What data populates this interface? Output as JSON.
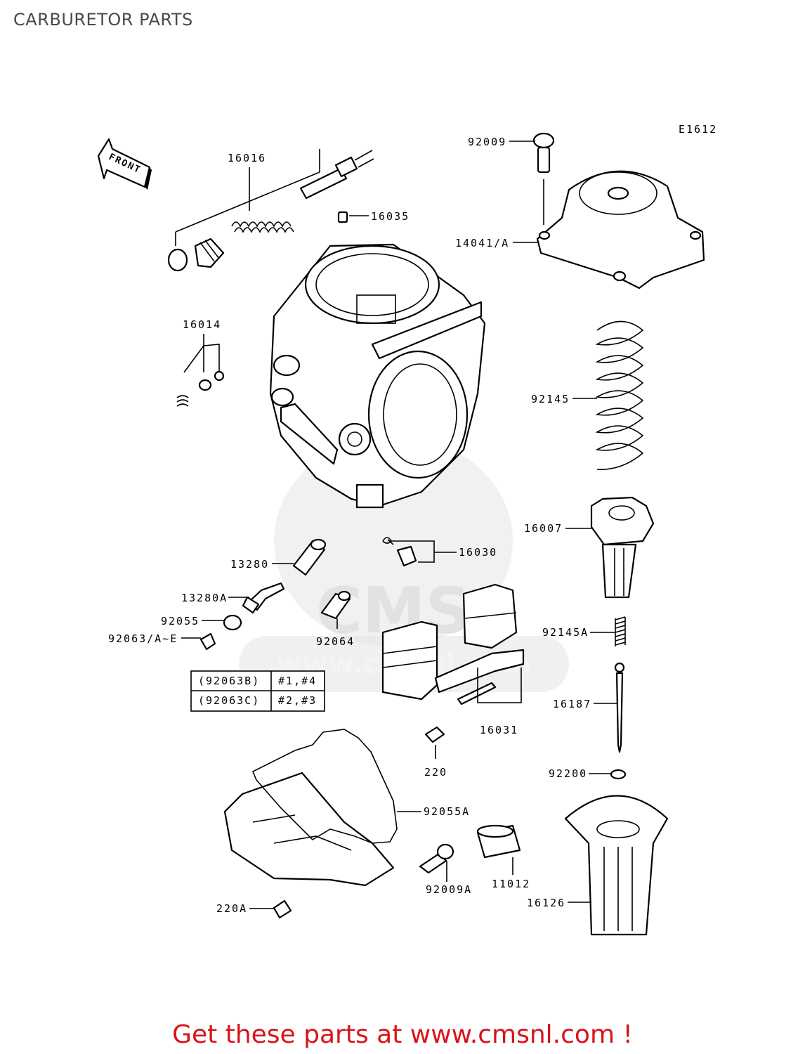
{
  "title": "CARBURETOR PARTS",
  "diagram_code": "E1612",
  "front_arrow_text": "FRONT",
  "parts": [
    {
      "id": "p16016",
      "label": "16016"
    },
    {
      "id": "p16035",
      "label": "16035"
    },
    {
      "id": "p92009",
      "label": "92009"
    },
    {
      "id": "p14041",
      "label": "14041/A"
    },
    {
      "id": "p16014",
      "label": "16014"
    },
    {
      "id": "p92145",
      "label": "92145"
    },
    {
      "id": "p16007",
      "label": "16007"
    },
    {
      "id": "p16030",
      "label": "16030"
    },
    {
      "id": "p13280",
      "label": "13280"
    },
    {
      "id": "p13280A",
      "label": "13280A"
    },
    {
      "id": "p92055",
      "label": "92055"
    },
    {
      "id": "p92063",
      "label": "92063/A~E"
    },
    {
      "id": "p92064",
      "label": "92064"
    },
    {
      "id": "p92145A",
      "label": "92145A"
    },
    {
      "id": "p16187",
      "label": "16187"
    },
    {
      "id": "p16031",
      "label": "16031"
    },
    {
      "id": "p220",
      "label": "220"
    },
    {
      "id": "p92200",
      "label": "92200"
    },
    {
      "id": "p92055A",
      "label": "92055A"
    },
    {
      "id": "p92009A",
      "label": "92009A"
    },
    {
      "id": "p11012",
      "label": "11012"
    },
    {
      "id": "p16126",
      "label": "16126"
    },
    {
      "id": "p220A",
      "label": "220A"
    }
  ],
  "jet_table": [
    {
      "part": "(92063B)",
      "cylinders": "#1,#4"
    },
    {
      "part": "(92063C)",
      "cylinders": "#2,#3"
    }
  ],
  "watermark": {
    "logo_text": "CMS",
    "url_text": "www.cmsnl.com"
  },
  "footer": {
    "text": "Get these parts at www.cmsnl.com !",
    "color": "#d8141a"
  }
}
